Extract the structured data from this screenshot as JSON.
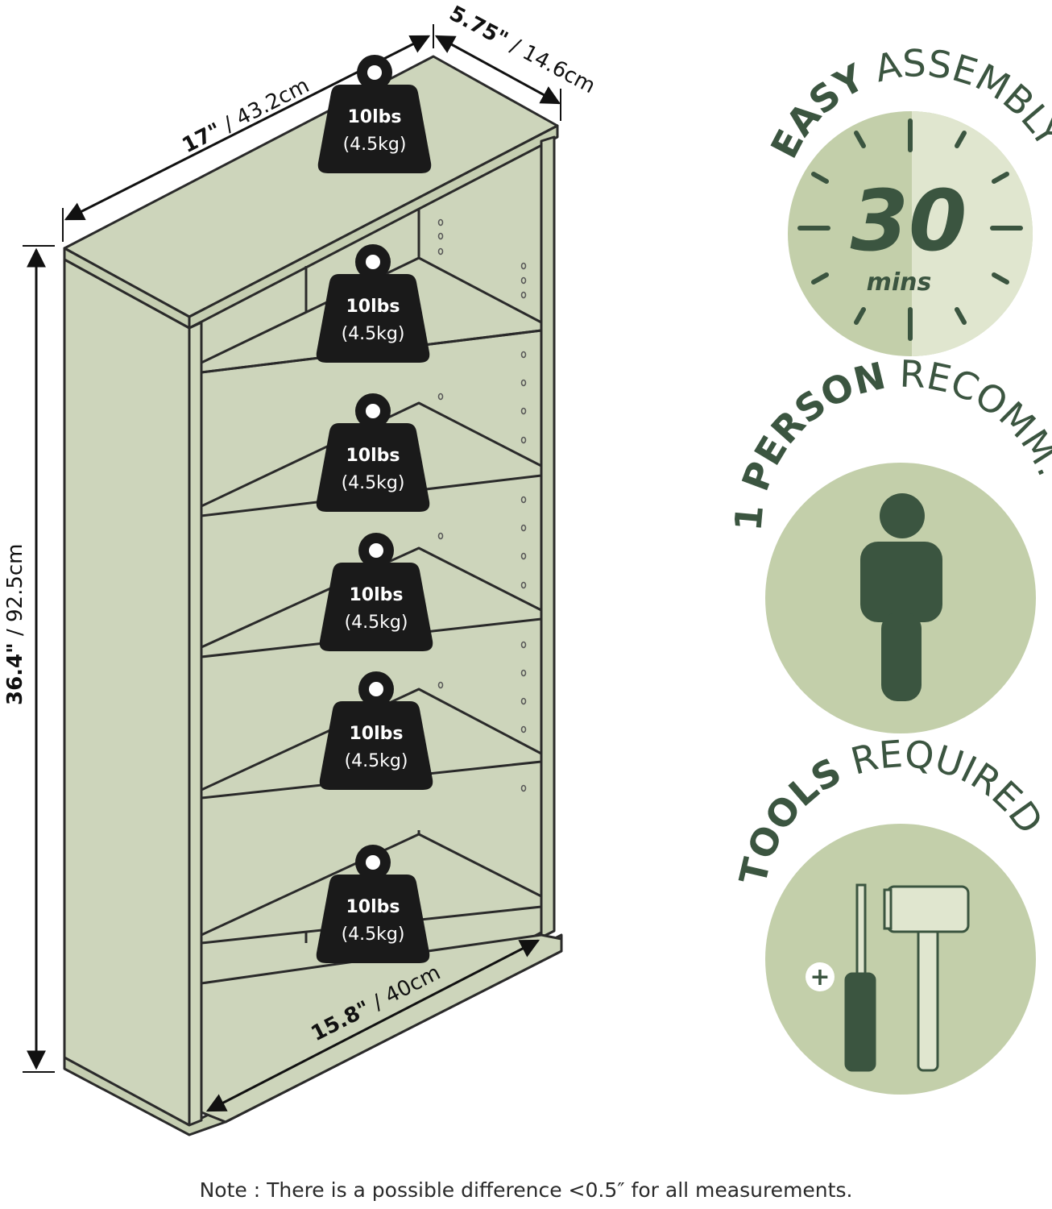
{
  "dimensions": {
    "width_in": "17\"",
    "width_cm": " / 43.2cm",
    "depth_in": "5.75\"",
    "depth_cm": " / 14.6cm",
    "height_in": "36.4\"",
    "height_cm": " / 92.5cm",
    "inner_in": "15.8\"",
    "inner_cm": " / 40cm"
  },
  "weights": [
    {
      "lbs": "10lbs",
      "kg": "(4.5kg)"
    },
    {
      "lbs": "10lbs",
      "kg": "(4.5kg)"
    },
    {
      "lbs": "10lbs",
      "kg": "(4.5kg)"
    },
    {
      "lbs": "10lbs",
      "kg": "(4.5kg)"
    },
    {
      "lbs": "10lbs",
      "kg": "(4.5kg)"
    },
    {
      "lbs": "10lbs",
      "kg": "(4.5kg)"
    }
  ],
  "badges": {
    "assembly": {
      "bold": "EASY",
      "regular": " ASSEMBLY",
      "time": "30",
      "unit": "mins"
    },
    "person": {
      "bold": "1 PERSON",
      "regular": " RECOMM."
    },
    "tools": {
      "bold": "TOOLS",
      "regular": " REQUIRED"
    }
  },
  "note": "Note : There is a possible difference <0.5″ for all measurements.",
  "colors": {
    "shelf": "#cdd5bb",
    "shelf_edge": "#2a2a2a",
    "circle": "#c3cfaa",
    "circle_light": "#e0e6cf",
    "dark_green": "#3b5540",
    "weight": "#1a1a1a"
  }
}
